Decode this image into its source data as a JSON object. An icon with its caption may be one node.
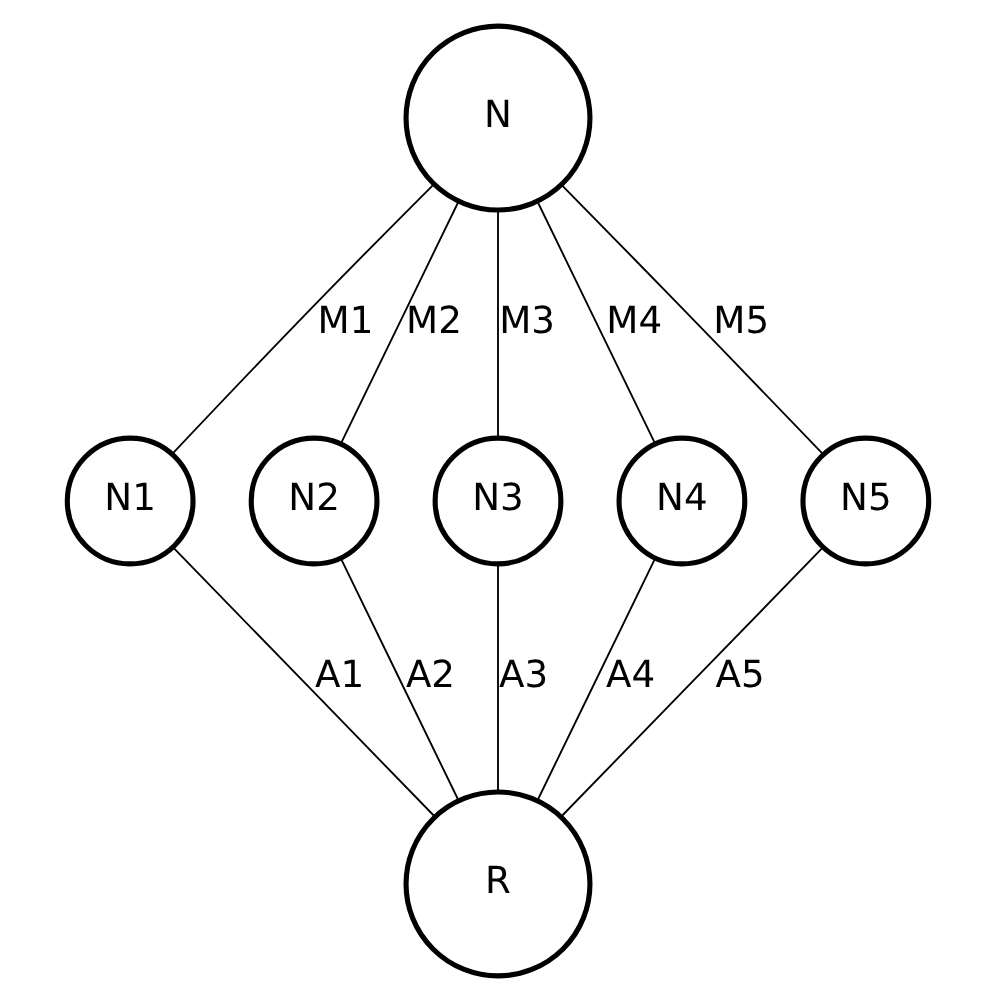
{
  "diagram": {
    "nodes": [
      {
        "text": [
          "N"
        ]
      },
      {
        "text": [
          "N1"
        ]
      },
      {
        "text": [
          "N2"
        ]
      },
      {
        "text": [
          "N3"
        ]
      },
      {
        "text": [
          "N4"
        ]
      },
      {
        "text": [
          "N5"
        ]
      },
      {
        "text": [
          "R"
        ]
      }
    ],
    "edges": [
      {
        "from": 0,
        "to": 1,
        "arrow": "none",
        "label": "M1"
      },
      {
        "from": 0,
        "to": 2,
        "arrow": "none",
        "label": "M2"
      },
      {
        "from": 0,
        "to": 3,
        "arrow": "none",
        "label": "M3"
      },
      {
        "from": 0,
        "to": 4,
        "arrow": "none",
        "label": "M4"
      },
      {
        "from": 0,
        "to": 5,
        "arrow": "none",
        "label": "M5"
      },
      {
        "from": 1,
        "to": 6,
        "arrow": "none",
        "label": "A1"
      },
      {
        "from": 2,
        "to": 6,
        "arrow": "none",
        "label": "A2"
      },
      {
        "from": 3,
        "to": 6,
        "arrow": "none",
        "label": "A3"
      },
      {
        "from": 4,
        "to": 6,
        "arrow": "none",
        "label": "A4"
      },
      {
        "from": 5,
        "to": 6,
        "arrow": "none",
        "label": "A5"
      }
    ]
  }
}
